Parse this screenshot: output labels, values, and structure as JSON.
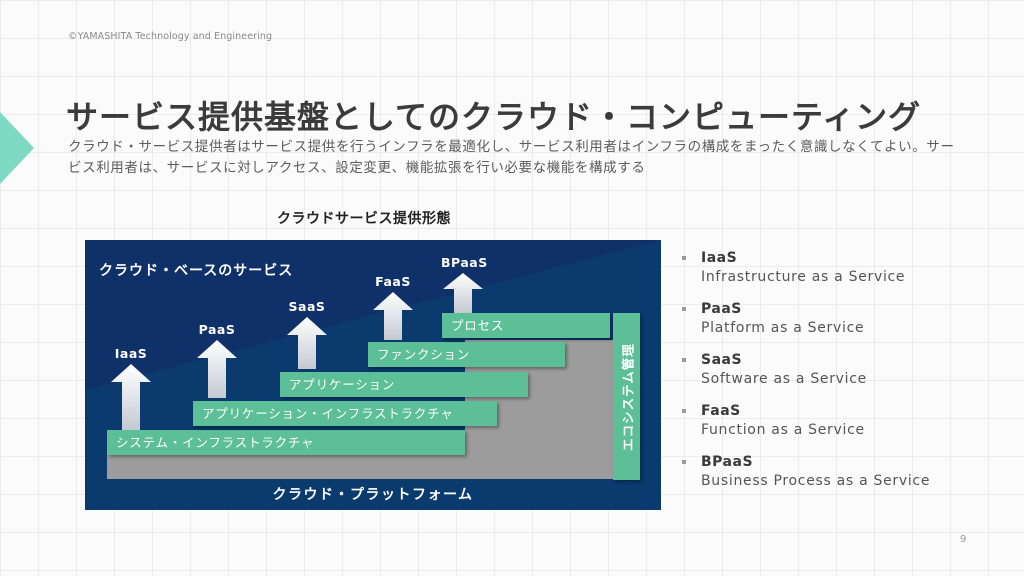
{
  "copyright": "©YAMASHITA Technology and Engineering",
  "title": "サービス提供基盤としてのクラウド・コンピューティング",
  "lead": "クラウド・サービス提供者はサービス提供を行うインフラを最適化し、サービス利用者はインフラの構成をまったく意識しなくてよい。サービス利用者は、サービスに対しアクセス、設定変更、機能拡張を行い必要な機能を構成する",
  "diagram": {
    "title": "クラウドサービス提供形態",
    "cloud_label": "クラウド・ベースのサービス",
    "platform_label": "クラウド・プラットフォーム",
    "eco_label": "エコシステム管理",
    "steps": [
      "システム・インフラストラクチャ",
      "アプリケーション・インフラストラクチャ",
      "アプリケーション",
      "ファンクション",
      "プロセス"
    ],
    "arrows": [
      "IaaS",
      "PaaS",
      "SaaS",
      "FaaS",
      "BPaaS"
    ]
  },
  "services": [
    {
      "abbr": "IaaS",
      "full": "Infrastructure as a Service"
    },
    {
      "abbr": "PaaS",
      "full": "Platform as a Service"
    },
    {
      "abbr": "SaaS",
      "full": "Software as a Service"
    },
    {
      "abbr": "FaaS",
      "full": "Function as a Service"
    },
    {
      "abbr": "BPaaS",
      "full": "Business Process as a Service"
    }
  ],
  "page_number": "9",
  "colors": {
    "accent": "#7ed9c2",
    "diagram_dark": "#0a3a6e",
    "diagram_mid": "#10306a",
    "step_green": "#5dbf97",
    "platform_gray": "#9c9c9c"
  }
}
